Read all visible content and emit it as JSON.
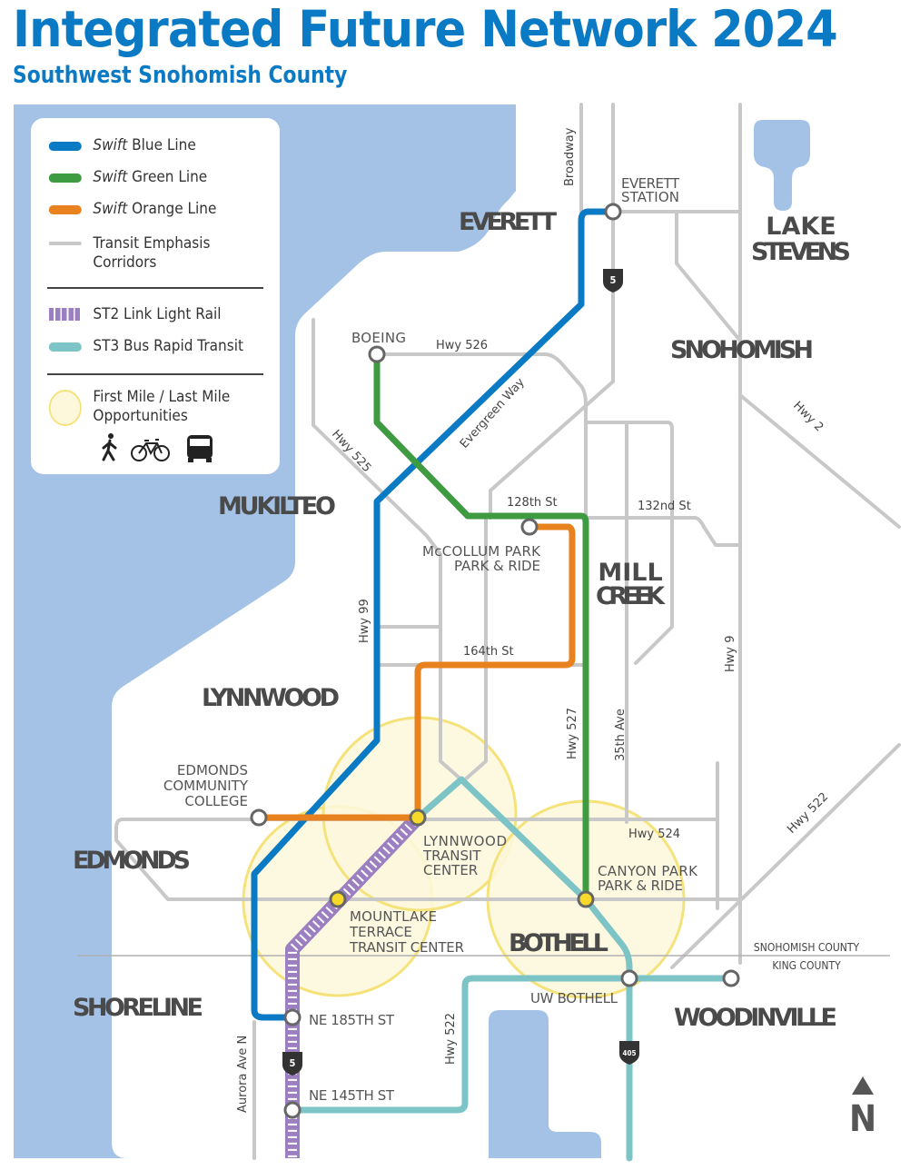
{
  "header": {
    "title": "Integrated Future Network 2024",
    "subtitle": "Southwest Snohomish County"
  },
  "legend": {
    "items": [
      {
        "prefix": "Swift",
        "label": " Blue Line",
        "color": "#0a7ac4"
      },
      {
        "prefix": "Swift",
        "label": " Green Line",
        "color": "#3f9b42"
      },
      {
        "prefix": "Swift",
        "label": " Orange Line",
        "color": "#e8821e"
      },
      {
        "label": "Transit Emphasis",
        "label2": "Corridors",
        "color": "#c8c8c8"
      },
      {
        "label": "ST2 Link Light Rail",
        "color": "#9b7fc1"
      },
      {
        "label": "ST3 Bus Rapid Transit",
        "color": "#7cc4c6"
      },
      {
        "label": "First Mile / Last Mile",
        "label2": "Opportunities",
        "color": "#fdf8dc"
      }
    ],
    "icons": [
      "pedestrian-icon",
      "bicycle-icon",
      "bus-icon"
    ]
  },
  "cities": {
    "everett": "EVERETT",
    "lake": "LAKE",
    "stevens": "STEVENS",
    "snohomish": "SNOHOMISH",
    "mukilteo": "MUKILTEO",
    "mill": "MILL",
    "creek": "CREEK",
    "lynnwood": "LYNNWOOD",
    "edmonds": "EDMONDS",
    "bothell": "BOTHELL",
    "shoreline": "SHORELINE",
    "woodinville": "WOODINVILLE"
  },
  "stations": {
    "everett1": "EVERETT",
    "everett2": "STATION",
    "boeing": "BOEING",
    "mccollum1": "McCOLLUM PARK",
    "mccollum2": "PARK & RIDE",
    "ecc1": "EDMONDS",
    "ecc2": "COMMUNITY",
    "ecc3": "COLLEGE",
    "ltc1": "LYNNWOOD",
    "ltc2": "TRANSIT",
    "ltc3": "CENTER",
    "mltc1": "MOUNTLAKE",
    "mltc2": "TERRACE",
    "mltc3": "TRANSIT CENTER",
    "cp1": "CANYON PARK",
    "cp2": "PARK & RIDE",
    "uwb": "UW BOTHELL",
    "ne185": "NE 185TH ST",
    "ne145": "NE 145TH ST"
  },
  "roads": {
    "broadway": "Broadway",
    "hwy526": "Hwy 526",
    "evergreen": "Evergreen Way",
    "hwy525": "Hwy 525",
    "hwy2": "Hwy 2",
    "st128": "128th St",
    "st132": "132nd St",
    "hwy99": "Hwy 99",
    "st164": "164th St",
    "hwy527": "Hwy 527",
    "ave35": "35th Ave",
    "hwy9": "Hwy 9",
    "hwy522a": "Hwy 522",
    "hwy524": "Hwy 524",
    "hwy522b": "Hwy 522",
    "aurora": "Aurora Ave N",
    "i5": "5",
    "i5b": "5",
    "i405": "405"
  },
  "county": {
    "north": "SNOHOMISH COUNTY",
    "south": "KING COUNTY"
  },
  "north_arrow": "N",
  "colors": {
    "water": "#a3c2e6",
    "blue": "#0a7ac4",
    "green": "#3f9b42",
    "orange": "#e8821e",
    "purple": "#9b7fc1",
    "teal": "#7cc4c6",
    "road": "#c8c8c8",
    "opportunity": "#fdf8dc",
    "station_highlight": "#f6d92a"
  }
}
